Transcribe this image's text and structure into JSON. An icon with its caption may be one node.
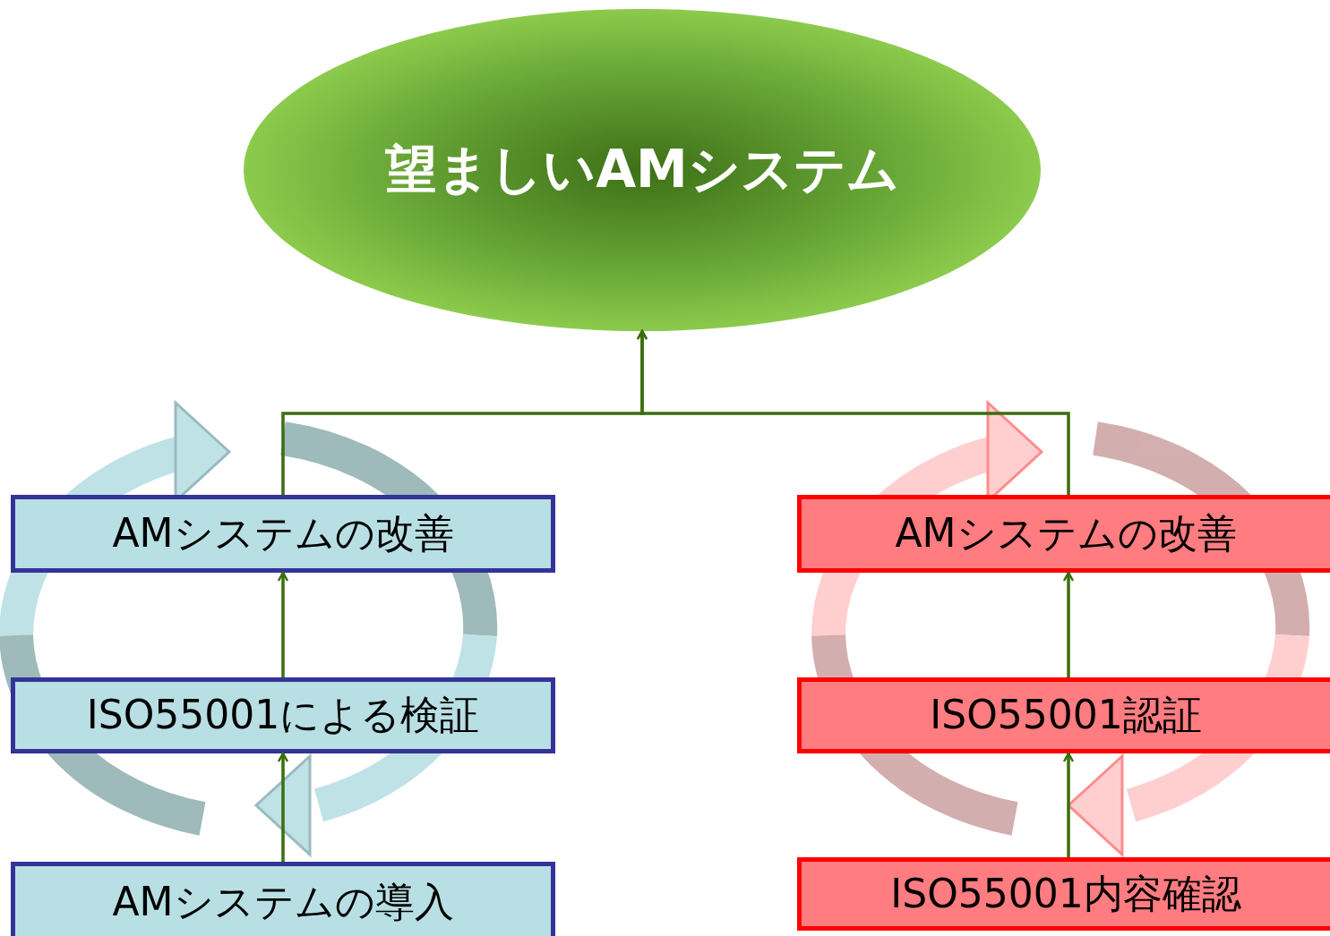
{
  "diagram": {
    "nodes": [
      {
        "text": [
          "望ましいAMシステム"
        ]
      },
      {
        "text": [
          "AMシステムの改善"
        ]
      },
      {
        "text": [
          "ISO55001による検証"
        ]
      },
      {
        "text": [
          "AMシステムの導入"
        ]
      },
      {
        "text": [
          "AMシステムの改善"
        ]
      },
      {
        "text": [
          "ISO55001認証"
        ]
      },
      {
        "text": [
          "ISO55001内容確認"
        ]
      }
    ],
    "edges": [
      {
        "from": 3,
        "to": 2,
        "arrow": "to"
      },
      {
        "from": 2,
        "to": 1,
        "arrow": "to"
      },
      {
        "from": 1,
        "to": 0,
        "arrow": "to"
      },
      {
        "from": 4,
        "to": 0,
        "arrow": "to"
      },
      {
        "from": 6,
        "to": 5,
        "arrow": "to"
      },
      {
        "from": 5,
        "to": 4,
        "arrow": "to"
      }
    ]
  }
}
